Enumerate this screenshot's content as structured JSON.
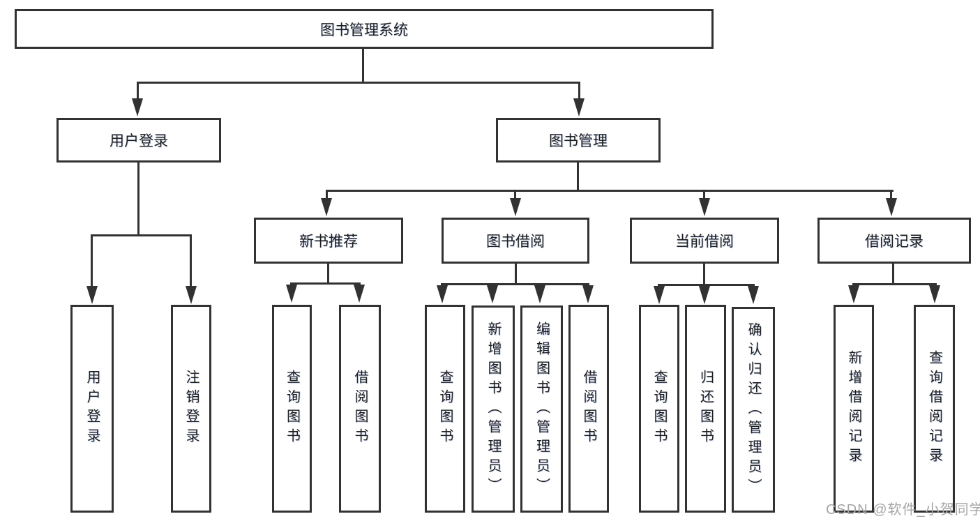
{
  "tree": {
    "root": {
      "label": "图书管理系统"
    },
    "children": [
      {
        "label": "用户登录",
        "children": [
          {
            "label": "用户登录"
          },
          {
            "label": "注销登录"
          }
        ]
      },
      {
        "label": "图书管理",
        "children": [
          {
            "label": "新书推荐",
            "children": [
              {
                "label": "查询图书"
              },
              {
                "label": "借阅图书"
              }
            ]
          },
          {
            "label": "图书借阅",
            "children": [
              {
                "label": "查询图书"
              },
              {
                "label": "新增图书（管理员）"
              },
              {
                "label": "编辑图书（管理员）"
              },
              {
                "label": "借阅图书"
              }
            ]
          },
          {
            "label": "当前借阅",
            "children": [
              {
                "label": "查询图书"
              },
              {
                "label": "归还图书"
              },
              {
                "label": "确认归还（管理员）"
              }
            ]
          },
          {
            "label": "借阅记录",
            "children": [
              {
                "label": "新增借阅记录"
              },
              {
                "label": "查询借阅记录"
              }
            ]
          }
        ]
      }
    ]
  },
  "watermark": {
    "text": "CSDN @软件_小贺同学"
  },
  "colors": {
    "line": "#323232",
    "text": "#1e1e1e",
    "watermark_gray": "#a6a6a6",
    "background": "#ffffff"
  }
}
